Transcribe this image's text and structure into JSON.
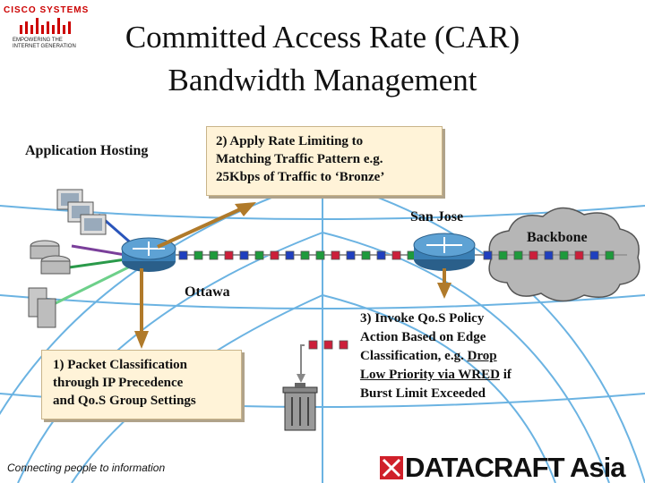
{
  "title": {
    "line1": "Committed Access Rate (CAR)",
    "line2": "Bandwidth Management"
  },
  "logo": {
    "wordmark": "CISCO SYSTEMS",
    "tagline": "EMPOWERING THE INTERNET GENERATION"
  },
  "labels": {
    "app_hosting": "Application Hosting",
    "san_jose": "San Jose",
    "backbone": "Backbone",
    "ottawa": "Ottawa"
  },
  "step2": {
    "lines": [
      "2) Apply Rate Limiting to",
      "Matching Traffic Pattern e.g.",
      "25Kbps of Traffic to ‘Bronze’"
    ]
  },
  "step1": {
    "lines": [
      "1) Packet Classification",
      "through IP Precedence",
      "and Qo.S Group Settings"
    ]
  },
  "step3": {
    "line1": "3) Invoke Qo.S Policy",
    "line2": "Action Based on Edge",
    "line3_a": "Classification, e.g.",
    "line3_b": "Drop",
    "line4_a": "Low Priority via WRED",
    "line4_b": "if",
    "line5": "Burst Limit Exceeded"
  },
  "footer": {
    "tagline": "Connecting people to information",
    "brand": "DATACRAFT Asia"
  },
  "colors": {
    "router": "#3a7fb5",
    "arrow": "#b07a2a",
    "packet_blue": "#1f3fbf",
    "packet_green": "#1e9a3c",
    "packet_red": "#cc1f3a",
    "globe": "#3a9ad9",
    "box_fill": "#fff3d8",
    "brand_red": "#d0202a"
  }
}
